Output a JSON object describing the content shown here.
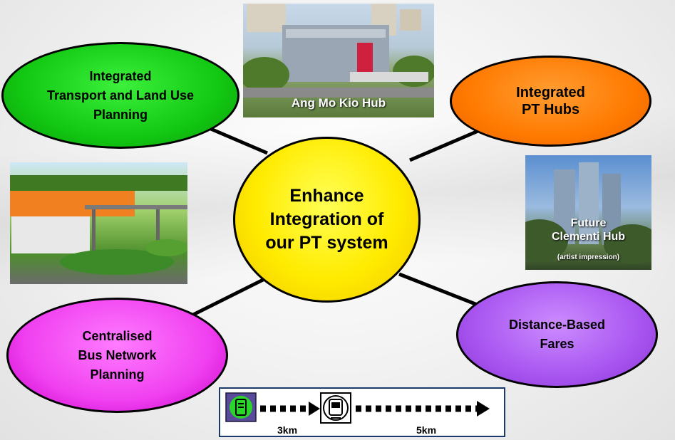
{
  "center": {
    "label": "Enhance\nIntegration of\nour PT system"
  },
  "nodes": {
    "land_use": {
      "label": "Integrated\nTransport and Land Use\nPlanning"
    },
    "pt_hubs": {
      "label": "Integrated\nPT Hubs"
    },
    "bus_network": {
      "label": "Centralised\nBus Network\nPlanning"
    },
    "fares": {
      "label": "Distance-Based\nFares"
    }
  },
  "photos": {
    "amk": {
      "caption": "Ang Mo Kio Hub"
    },
    "clementi": {
      "caption": "Future\nClementi Hub",
      "note": "(artist impression)"
    }
  },
  "fare_diagram": {
    "leg1": "3km",
    "leg2": "5km"
  },
  "colors": {
    "green": "#12c812",
    "orange": "#ff7a00",
    "yellow": "#ffeb00",
    "pink": "#f040f0",
    "purple": "#a855f0",
    "border": "#1a3a6b"
  },
  "icons": {
    "bus": "bus-icon",
    "train": "train-icon"
  }
}
